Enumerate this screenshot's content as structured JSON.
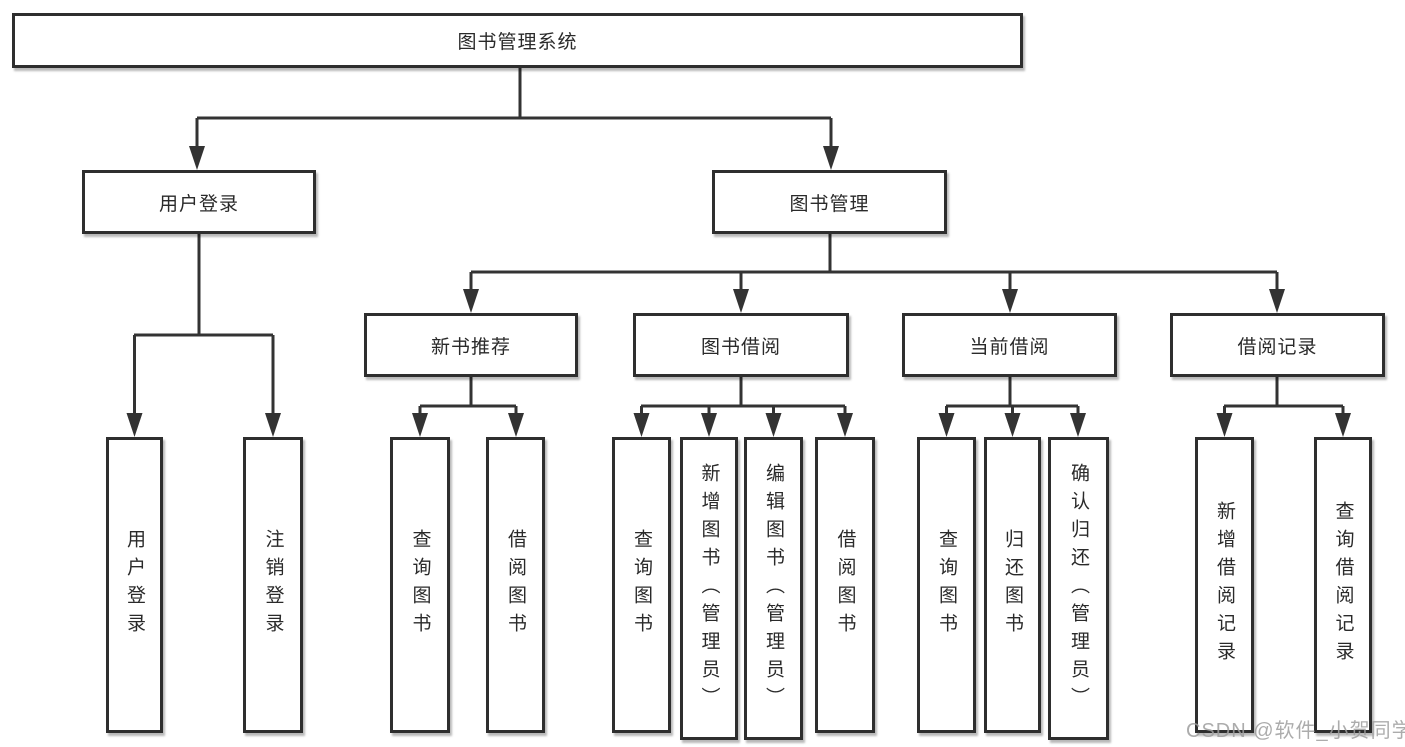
{
  "diagram": {
    "watermark": "CSDN @软件_小贺同学",
    "colors": {
      "line": "#333333",
      "box_border": "#2e2e2e",
      "box_fill": "#ffffff",
      "text": "#2a2a2a",
      "watermark": "#9e9e9e",
      "background": "#ffffff"
    },
    "nodes": {
      "root": {
        "label": "图书管理系统"
      },
      "user_login": {
        "label": "用户登录"
      },
      "book_mgmt": {
        "label": "图书管理"
      },
      "new_book_rec": {
        "label": "新书推荐"
      },
      "book_borrow": {
        "label": "图书借阅"
      },
      "current_borrow": {
        "label": "当前借阅"
      },
      "borrow_records": {
        "label": "借阅记录"
      },
      "leaf_user_login": {
        "label": "用户登录"
      },
      "leaf_logout": {
        "label": "注销登录"
      },
      "leaf_query_book_rec": {
        "label": "查询图书"
      },
      "leaf_borrow_book_rec": {
        "label": "借阅图书"
      },
      "leaf_query_book_borrow": {
        "label": "查询图书"
      },
      "leaf_add_book": {
        "label": "新增图书（管理员）"
      },
      "leaf_edit_book": {
        "label": "编辑图书（管理员）"
      },
      "leaf_borrow_book_borrow": {
        "label": "借阅图书"
      },
      "leaf_query_book_current": {
        "label": "查询图书"
      },
      "leaf_return_book": {
        "label": "归还图书"
      },
      "leaf_confirm_return": {
        "label": "确认归还（管理员）"
      },
      "leaf_add_borrow_record": {
        "label": "新增借阅记录"
      },
      "leaf_query_borrow_record": {
        "label": "查询借阅记录"
      }
    },
    "edges": [
      {
        "from": "图书管理系统",
        "to": "用户登录"
      },
      {
        "from": "图书管理系统",
        "to": "图书管理"
      },
      {
        "from": "用户登录",
        "to": "用户登录"
      },
      {
        "from": "用户登录",
        "to": "注销登录"
      },
      {
        "from": "图书管理",
        "to": "新书推荐"
      },
      {
        "from": "图书管理",
        "to": "图书借阅"
      },
      {
        "from": "图书管理",
        "to": "当前借阅"
      },
      {
        "from": "图书管理",
        "to": "借阅记录"
      },
      {
        "from": "新书推荐",
        "to": "查询图书"
      },
      {
        "from": "新书推荐",
        "to": "借阅图书"
      },
      {
        "from": "图书借阅",
        "to": "查询图书"
      },
      {
        "from": "图书借阅",
        "to": "新增图书（管理员）"
      },
      {
        "from": "图书借阅",
        "to": "编辑图书（管理员）"
      },
      {
        "from": "图书借阅",
        "to": "借阅图书"
      },
      {
        "from": "当前借阅",
        "to": "查询图书"
      },
      {
        "from": "当前借阅",
        "to": "归还图书"
      },
      {
        "from": "当前借阅",
        "to": "确认归还（管理员）"
      },
      {
        "from": "借阅记录",
        "to": "新增借阅记录"
      },
      {
        "from": "借阅记录",
        "to": "查询借阅记录"
      }
    ]
  }
}
